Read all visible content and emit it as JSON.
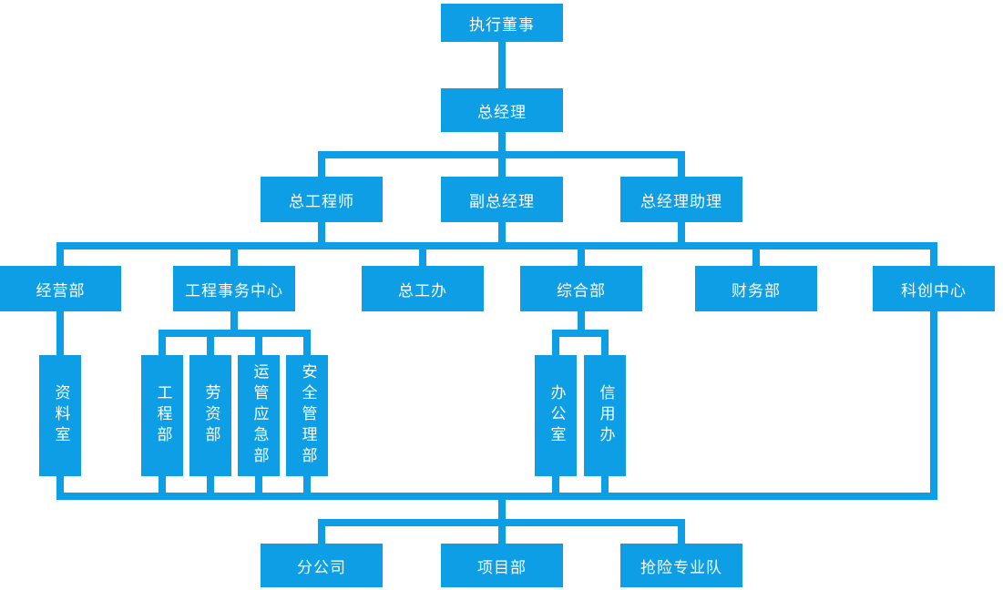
{
  "colors": {
    "accent": "#0d9ee5",
    "text": "#ffffff",
    "background": "#ffffff"
  },
  "org": {
    "level1": {
      "label": "执行董事"
    },
    "level2": {
      "label": "总经理"
    },
    "level3": [
      {
        "label": "总工程师"
      },
      {
        "label": "副总经理"
      },
      {
        "label": "总经理助理"
      }
    ],
    "level4": [
      {
        "label": "经营部"
      },
      {
        "label": "工程事务中心"
      },
      {
        "label": "总工办"
      },
      {
        "label": "综合部"
      },
      {
        "label": "财务部"
      },
      {
        "label": "科创中心"
      }
    ],
    "level5": [
      {
        "label": "资料室",
        "parent": "经营部"
      },
      {
        "label": "工程部",
        "parent": "工程事务中心"
      },
      {
        "label": "劳资部",
        "parent": "工程事务中心"
      },
      {
        "label": "运管应急部",
        "parent": "工程事务中心"
      },
      {
        "label": "安全管理部",
        "parent": "工程事务中心"
      },
      {
        "label": "办公室",
        "parent": "综合部"
      },
      {
        "label": "信用办",
        "parent": "综合部"
      }
    ],
    "level6": [
      {
        "label": "分公司"
      },
      {
        "label": "项目部"
      },
      {
        "label": "抢险专业队"
      }
    ]
  }
}
